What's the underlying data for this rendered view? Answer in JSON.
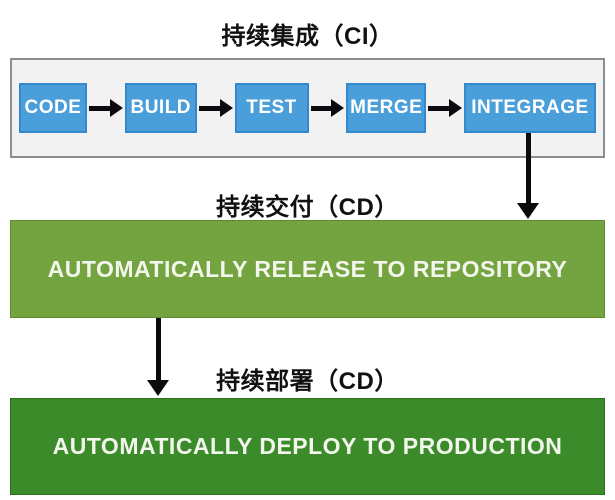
{
  "sections": {
    "ci": {
      "title": "持续集成（CI）",
      "stages": [
        {
          "label": "CODE"
        },
        {
          "label": "BUILD"
        },
        {
          "label": "TEST"
        },
        {
          "label": "MERGE"
        },
        {
          "label": "INTEGRAGE"
        }
      ]
    },
    "delivery": {
      "title": "持续交付（CD）",
      "bar_label": "AUTOMATICALLY RELEASE TO REPOSITORY"
    },
    "deployment": {
      "title": "持续部署（CD）",
      "bar_label": "AUTOMATICALLY DEPLOY TO PRODUCTION"
    }
  },
  "colors": {
    "page_bg": "#ffffff",
    "title_text": "#111111",
    "ci_panel_bg": "#f2f2f2",
    "ci_panel_border": "#8d8d8d",
    "stage_blue": "#4a9fdb",
    "stage_blue_border": "#3688cd",
    "arrow_black": "#0b0b0f",
    "release_green": "#74a440",
    "release_green_border": "#5e8a30",
    "deploy_green": "#3c8b2a",
    "deploy_green_border": "#2e6e1f",
    "bar_text": "#f2f6ec"
  }
}
